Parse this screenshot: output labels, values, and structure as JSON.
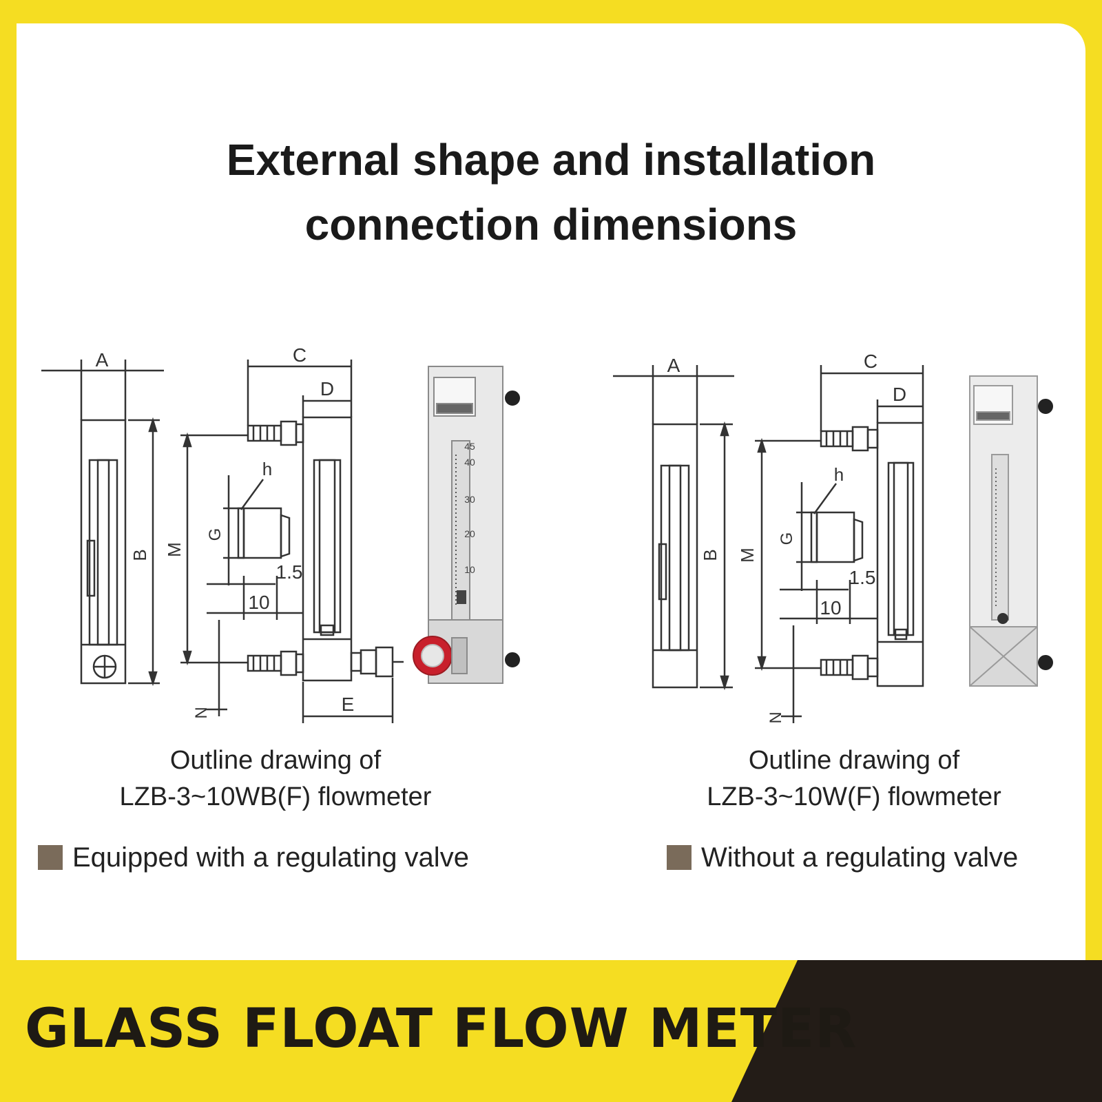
{
  "title": {
    "line1": "External shape and installation",
    "line2": "connection dimensions"
  },
  "left_drawing": {
    "caption_line1": "Outline drawing of",
    "caption_line2": "LZB-3~10WB(F) flowmeter",
    "note": "Equipped with a regulating valve",
    "labels": {
      "A": "A",
      "B": "B",
      "C": "C",
      "D": "D",
      "E": "E",
      "M": "M",
      "N": "N",
      "G": "G",
      "h": "h",
      "v15": "1.5",
      "v10": "10"
    },
    "scale": [
      "45",
      "40",
      "30",
      "20",
      "10"
    ]
  },
  "right_drawing": {
    "caption_line1": "Outline drawing of",
    "caption_line2": "LZB-3~10W(F) flowmeter",
    "note": "Without a regulating valve",
    "labels": {
      "A": "A",
      "B": "B",
      "C": "C",
      "D": "D",
      "M": "M",
      "N": "N",
      "G": "G",
      "h": "h",
      "v15": "1.5",
      "v10": "10"
    }
  },
  "banner": {
    "text": "GLASS FLOAT FLOW METER"
  },
  "colors": {
    "accent_yellow": "#f5dd22",
    "dark_band": "#231c17",
    "swatch": "#7a6b5a"
  }
}
